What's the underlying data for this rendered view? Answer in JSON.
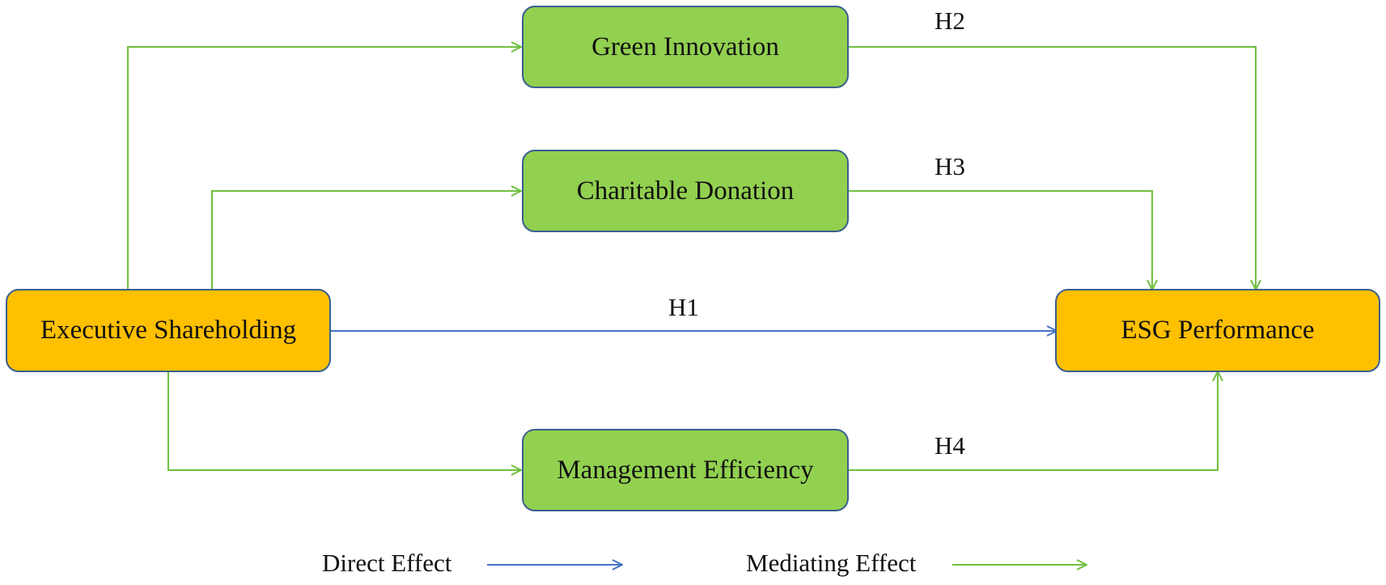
{
  "colors": {
    "direct": "#4472c4",
    "mediating": "#70c040",
    "mediator_fill": "#92d050",
    "endpoint_fill": "#ffc000",
    "box_border": "#3a5f8f"
  },
  "nodes": {
    "executive_shareholding": "Executive Shareholding",
    "green_innovation": "Green Innovation",
    "charitable_donation": "Charitable Donation",
    "management_efficiency": "Management Efficiency",
    "esg_performance": "ESG Performance"
  },
  "hypotheses": {
    "h1": "H1",
    "h2": "H2",
    "h3": "H3",
    "h4": "H4"
  },
  "legend": {
    "direct": "Direct Effect",
    "mediating": "Mediating Effect"
  }
}
